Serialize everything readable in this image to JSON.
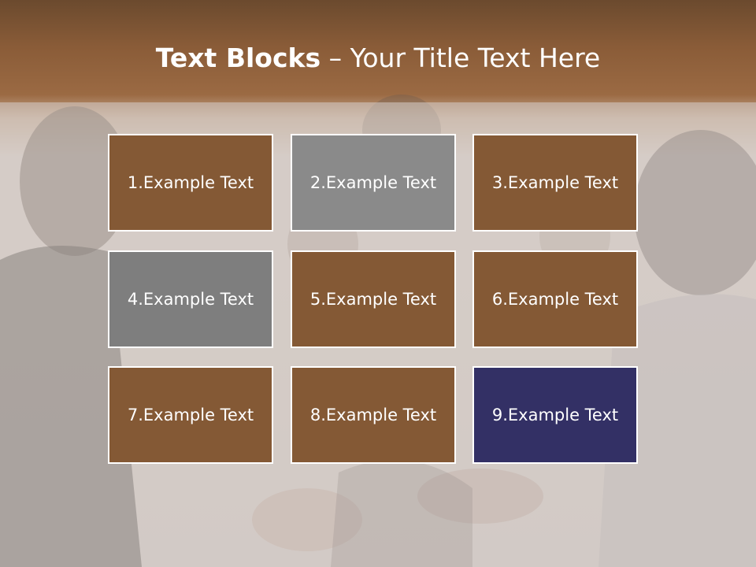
{
  "title": {
    "bold": "Text Blocks",
    "rest": " – Your Title Text Here"
  },
  "blocks": [
    {
      "label": "1.Example Text",
      "color": "#845935"
    },
    {
      "label": "2.Example Text",
      "color": "#8a8a8a"
    },
    {
      "label": "3.Example Text",
      "color": "#845935"
    },
    {
      "label": "4.Example Text",
      "color": "#7e7e7e"
    },
    {
      "label": "5.Example Text",
      "color": "#845935"
    },
    {
      "label": "6.Example Text",
      "color": "#845935"
    },
    {
      "label": "7.Example Text",
      "color": "#845935"
    },
    {
      "label": "8.Example Text",
      "color": "#845935"
    },
    {
      "label": "9.Example Text",
      "color": "#333065"
    }
  ],
  "colors": {
    "header_brown": "#8a5c38",
    "background": "#d4cbc5"
  }
}
